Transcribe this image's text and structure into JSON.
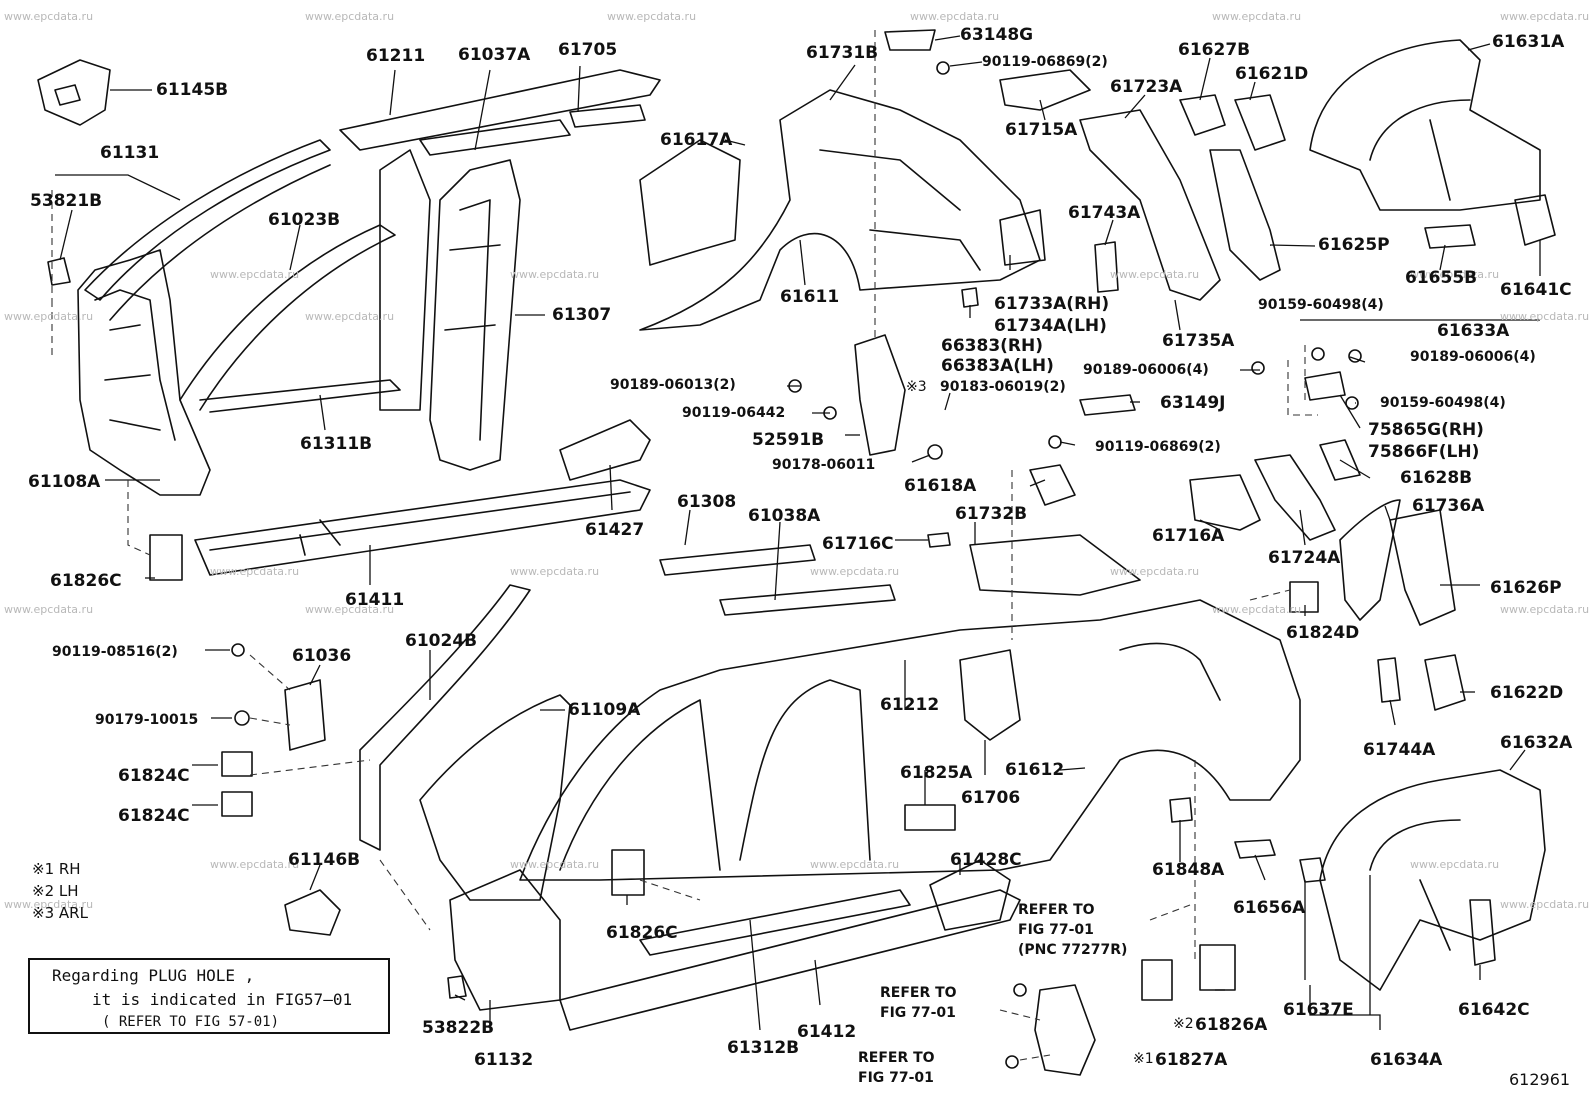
{
  "watermark": "www.epcdata.ru",
  "figure_number": "612961",
  "legend": [
    "※1 RH",
    "※2 LH",
    "※3 ARL"
  ],
  "plug_hole_note": {
    "line1": "Regarding PLUG HOLE ,",
    "line2": "it is indicated in FIG57—01",
    "line3": "( REFER TO FIG 57-01)"
  },
  "refer_notes": {
    "fig77_a": {
      "line1": "REFER TO",
      "line2": "FIG 77-01",
      "line3": "(PNC 77277R)"
    },
    "fig77_b": {
      "line1": "REFER TO",
      "line2": "FIG 77-01"
    },
    "fig77_c": {
      "line1": "REFER TO",
      "line2": "FIG 77-01"
    }
  },
  "symbols": {
    "asterisk3": "※3",
    "asterisk2": "※2",
    "asterisk1": "※1"
  },
  "parts": {
    "p61211": "61211",
    "p61037A": "61037A",
    "p61705": "61705",
    "p61731B": "61731B",
    "p63148G": "63148G",
    "p90119_06869_top": "90119-06869(2)",
    "p61627B": "61627B",
    "p61621D": "61621D",
    "p61631A": "61631A",
    "p61145B": "61145B",
    "p61131": "61131",
    "p61617A": "61617A",
    "p61715A": "61715A",
    "p61723A": "61723A",
    "p53821B": "53821B",
    "p61023B": "61023B",
    "p61743A": "61743A",
    "p61625P": "61625P",
    "p61655B": "61655B",
    "p61641C": "61641C",
    "p61611": "61611",
    "p61733A": "61733A(RH)",
    "p61734A": "61734A(LH)",
    "p61735A": "61735A",
    "p90159_60498_a": "90159-60498(4)",
    "p61633A": "61633A",
    "p61307": "61307",
    "p66383": "66383(RH)",
    "p66383A": "66383A(LH)",
    "p90189_06006_a": "90189-06006(4)",
    "p90189_06006_b": "90189-06006(4)",
    "p90189_06013": "90189-06013(2)",
    "p90183_06019": "90183-06019(2)",
    "p63149J": "63149J",
    "p90159_60498_b": "90159-60498(4)",
    "p61311B": "61311B",
    "p90119_06442": "90119-06442",
    "p75865G": "75865G(RH)",
    "p75866F": "75866F(LH)",
    "p52591B": "52591B",
    "p90119_06869_mid": "90119-06869(2)",
    "p90178_06011": "90178-06011",
    "p61618A": "61618A",
    "p61628B": "61628B",
    "p61108A": "61108A",
    "p61427": "61427",
    "p61308": "61308",
    "p61038A": "61038A",
    "p61732B": "61732B",
    "p61716C": "61716C",
    "p61716A": "61716A",
    "p61736A": "61736A",
    "p61724A": "61724A",
    "p61826C_left": "61826C",
    "p61411": "61411",
    "p61626P": "61626P",
    "p61824D": "61824D",
    "p90119_08516": "90119-08516(2)",
    "p61036": "61036",
    "p61024B": "61024B",
    "p61109A": "61109A",
    "p61212": "61212",
    "p61612": "61612",
    "p90179_10015": "90179-10015",
    "p61622D": "61622D",
    "p61824C_a": "61824C",
    "p61744A": "61744A",
    "p61632A": "61632A",
    "p61825A": "61825A",
    "p61706": "61706",
    "p61824C_b": "61824C",
    "p61146B": "61146B",
    "p61428C": "61428C",
    "p61848A": "61848A",
    "p61656A": "61656A",
    "p61826C_mid": "61826C",
    "p53822B": "53822B",
    "p61826A": "61826A",
    "p61637E": "61637E",
    "p61642C": "61642C",
    "p61132": "61132",
    "p61312B": "61312B",
    "p61412": "61412",
    "p61827A": "61827A",
    "p61634A": "61634A"
  }
}
